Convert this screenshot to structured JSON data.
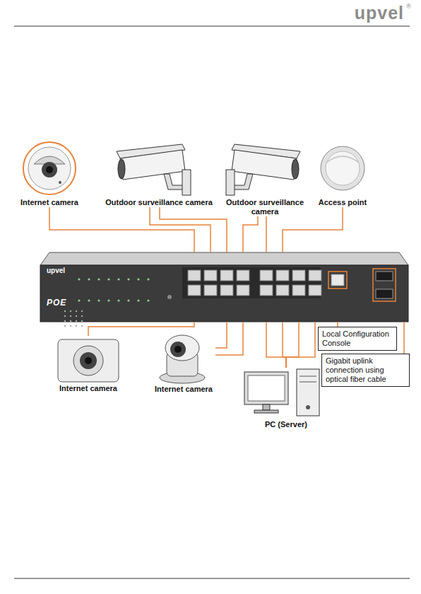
{
  "diagram": {
    "nodes": [
      {
        "text": [
          "Internet camera"
        ]
      },
      {
        "text": [
          "Outdoor surveillance camera"
        ]
      },
      {
        "text": [
          "Outdoor surveillance camera"
        ]
      },
      {
        "text": [
          "Access point"
        ]
      },
      {
        "text": [
          "upvel",
          "POE"
        ]
      },
      {
        "text": [
          "Local Configuration Console"
        ]
      },
      {
        "text": [
          "Gigabit uplink connection using optical fiber cable"
        ]
      },
      {
        "text": [
          "Internet camera"
        ]
      },
      {
        "text": [
          "Internet camera"
        ]
      },
      {
        "text": [
          "PC (Server)"
        ]
      }
    ],
    "edges": [
      {
        "from": 0,
        "to": 4,
        "arrow": "none"
      },
      {
        "from": 1,
        "to": 4,
        "arrow": "none"
      },
      {
        "from": 1,
        "to": 4,
        "arrow": "none"
      },
      {
        "from": 2,
        "to": 4,
        "arrow": "none"
      },
      {
        "from": 2,
        "to": 4,
        "arrow": "none"
      },
      {
        "from": 3,
        "to": 4,
        "arrow": "none"
      },
      {
        "from": 7,
        "to": 4,
        "arrow": "none"
      },
      {
        "from": 8,
        "to": 4,
        "arrow": "none"
      },
      {
        "from": 8,
        "to": 4,
        "arrow": "none"
      },
      {
        "from": 9,
        "to": 4,
        "arrow": "none"
      },
      {
        "from": 9,
        "to": 4,
        "arrow": "none"
      },
      {
        "from": 9,
        "to": 4,
        "arrow": "none"
      },
      {
        "from": 9,
        "to": 4,
        "arrow": "none"
      },
      {
        "from": 5,
        "to": 4,
        "arrow": "none"
      },
      {
        "from": 6,
        "to": 4,
        "arrow": "none"
      }
    ],
    "labels": [
      "upvel",
      "®"
    ]
  }
}
